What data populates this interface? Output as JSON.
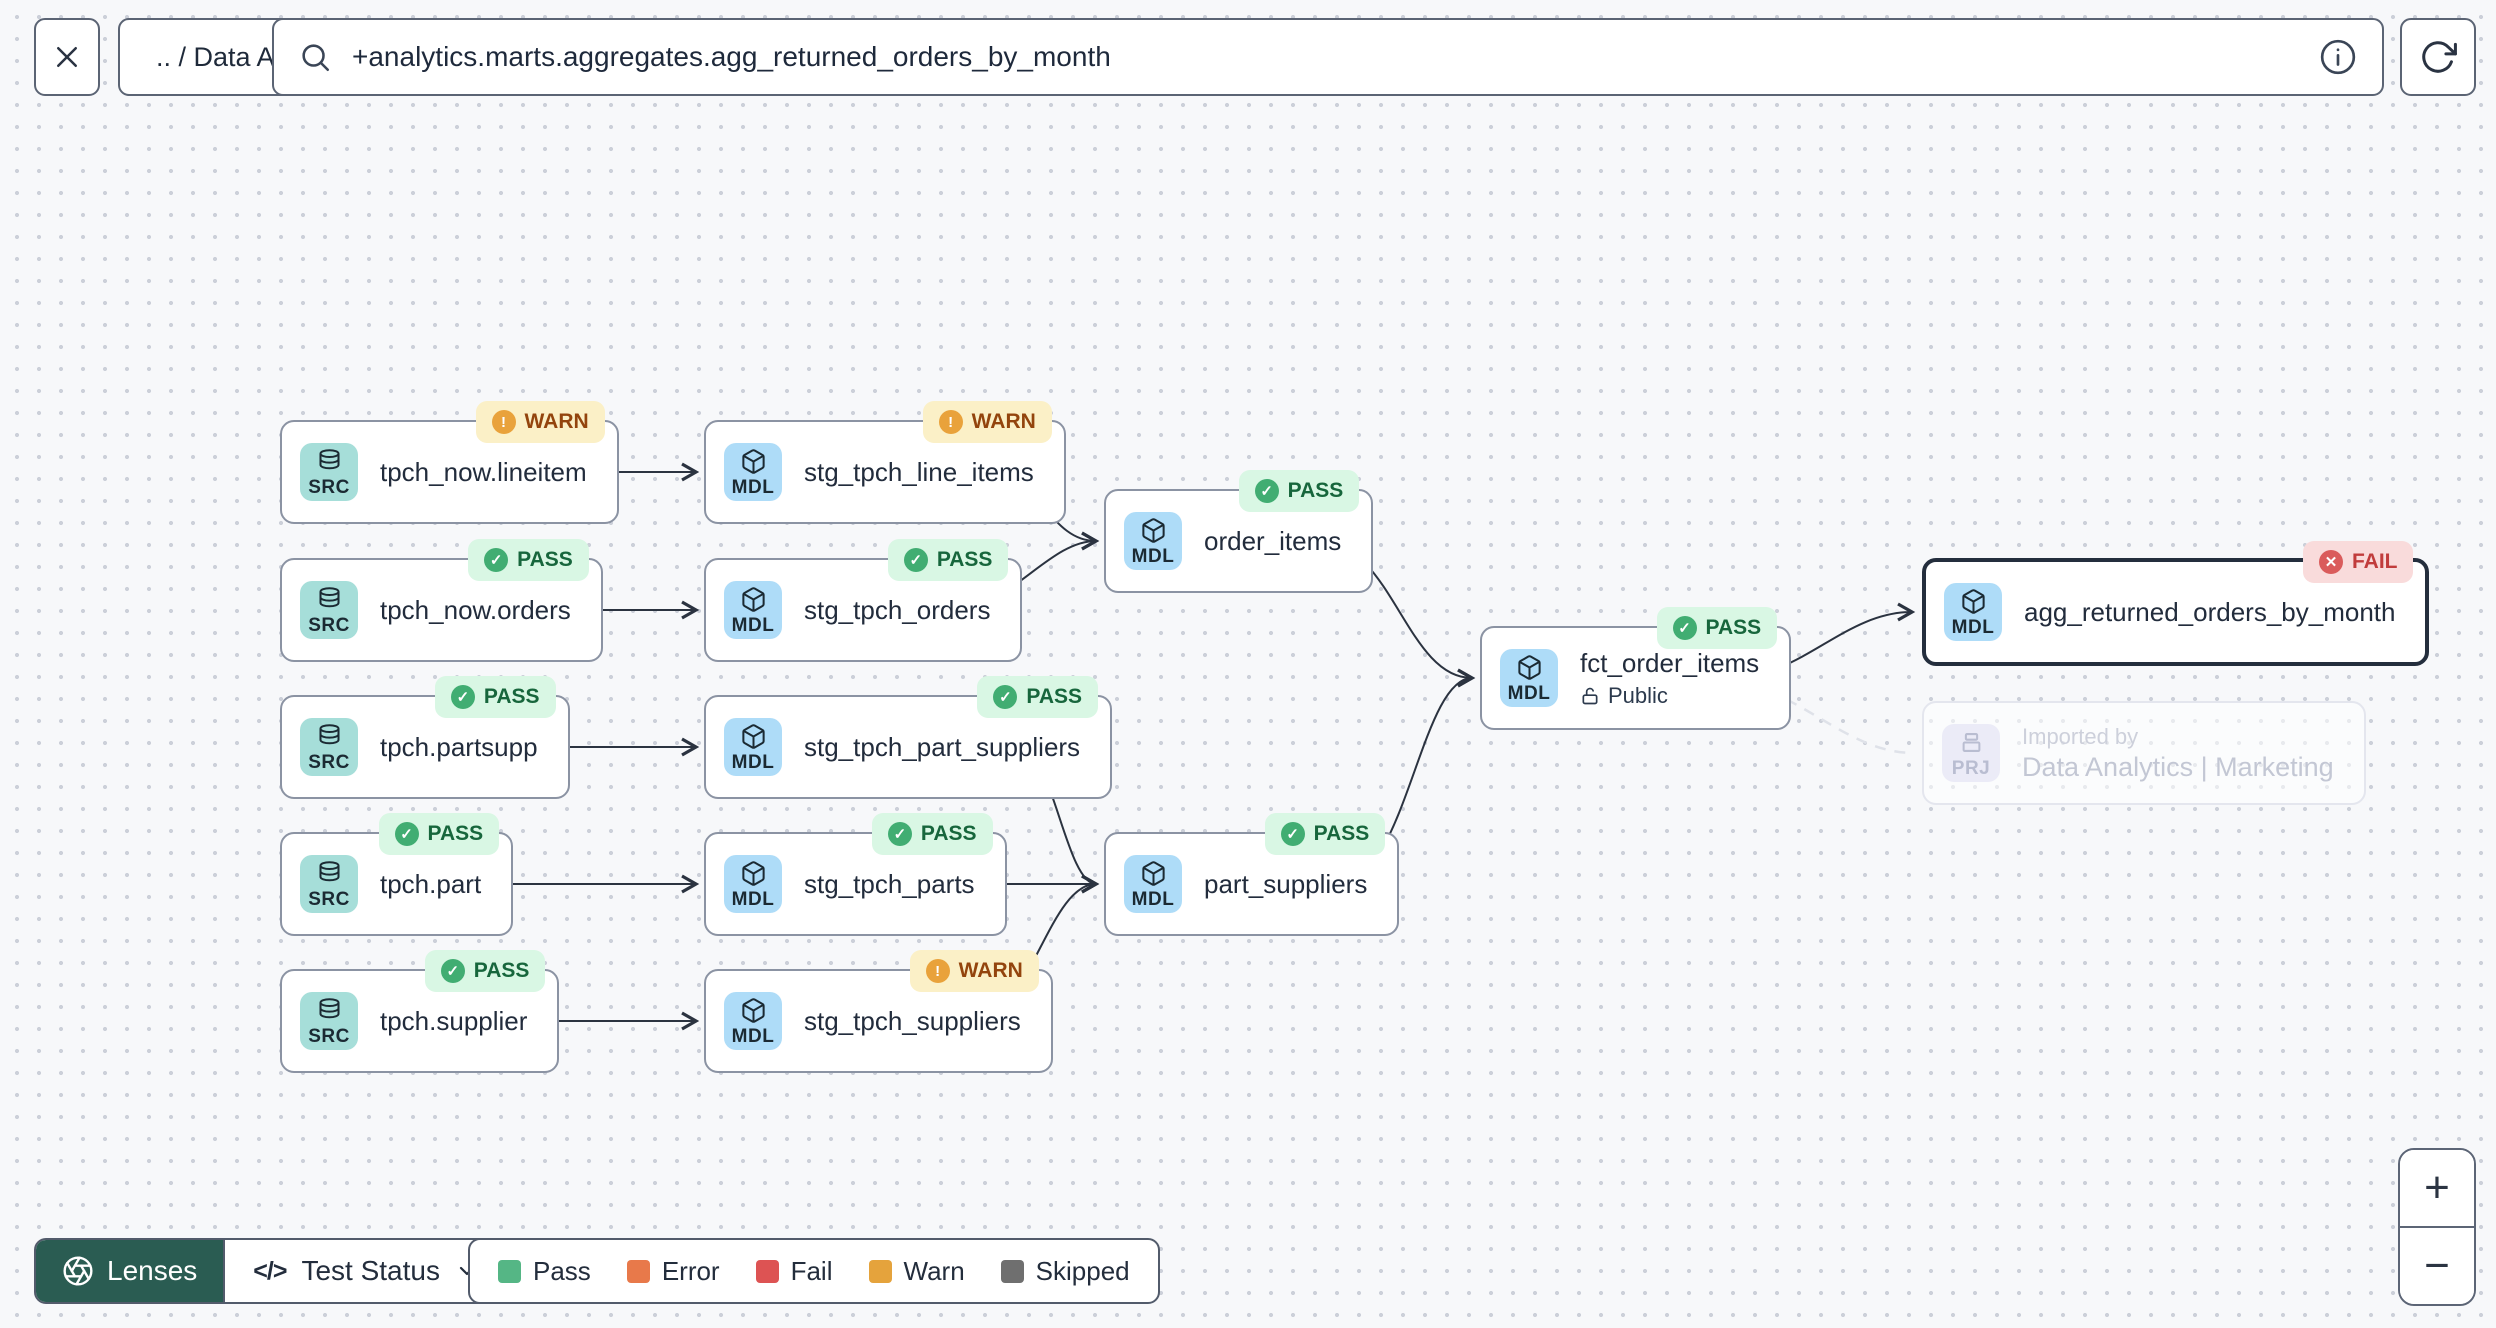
{
  "topbar": {
    "breadcrumb": ".. / Data Analytics",
    "search": {
      "value": "+analytics.marts.aggregates.agg_returned_orders_by_month"
    }
  },
  "icons": {
    "check": "✓",
    "exclamation": "!",
    "cross": "✕",
    "code": "</>"
  },
  "graph": {
    "nodes": [
      {
        "type": "SRC",
        "label": "tpch_now.lineitem",
        "status": "WARN"
      },
      {
        "type": "MDL",
        "label": "stg_tpch_line_items",
        "status": "WARN"
      },
      {
        "type": "SRC",
        "label": "tpch_now.orders",
        "status": "PASS"
      },
      {
        "type": "MDL",
        "label": "stg_tpch_orders",
        "status": "PASS"
      },
      {
        "type": "MDL",
        "label": "order_items",
        "status": "PASS"
      },
      {
        "type": "SRC",
        "label": "tpch.partsupp",
        "status": "PASS"
      },
      {
        "type": "MDL",
        "label": "stg_tpch_part_suppliers",
        "status": "PASS"
      },
      {
        "type": "SRC",
        "label": "tpch.part",
        "status": "PASS"
      },
      {
        "type": "MDL",
        "label": "stg_tpch_parts",
        "status": "PASS"
      },
      {
        "type": "MDL",
        "label": "part_suppliers",
        "status": "PASS"
      },
      {
        "type": "SRC",
        "label": "tpch.supplier",
        "status": "PASS"
      },
      {
        "type": "MDL",
        "label": "stg_tpch_suppliers",
        "status": "WARN"
      },
      {
        "type": "MDL",
        "label": "fct_order_items",
        "status": "PASS",
        "access": "Public"
      },
      {
        "type": "MDL",
        "label": "agg_returned_orders_by_month",
        "status": "FAIL",
        "selected": true
      },
      {
        "type": "PRJ",
        "label": "Data Analytics | Marketing",
        "sublabel": "Imported by",
        "ghost": true
      }
    ]
  },
  "toolbar": {
    "lenses_label": "Lenses",
    "active_lens": "Test Status"
  },
  "legend": {
    "items": [
      {
        "label": "Pass",
        "color": "#55b685"
      },
      {
        "label": "Error",
        "color": "#e8794a"
      },
      {
        "label": "Fail",
        "color": "#dd5353"
      },
      {
        "label": "Warn",
        "color": "#e5a33c"
      },
      {
        "label": "Skipped",
        "color": "#6f6f6f"
      }
    ]
  },
  "zoom_controls": {
    "zoom_in": "+",
    "zoom_out": "−"
  }
}
